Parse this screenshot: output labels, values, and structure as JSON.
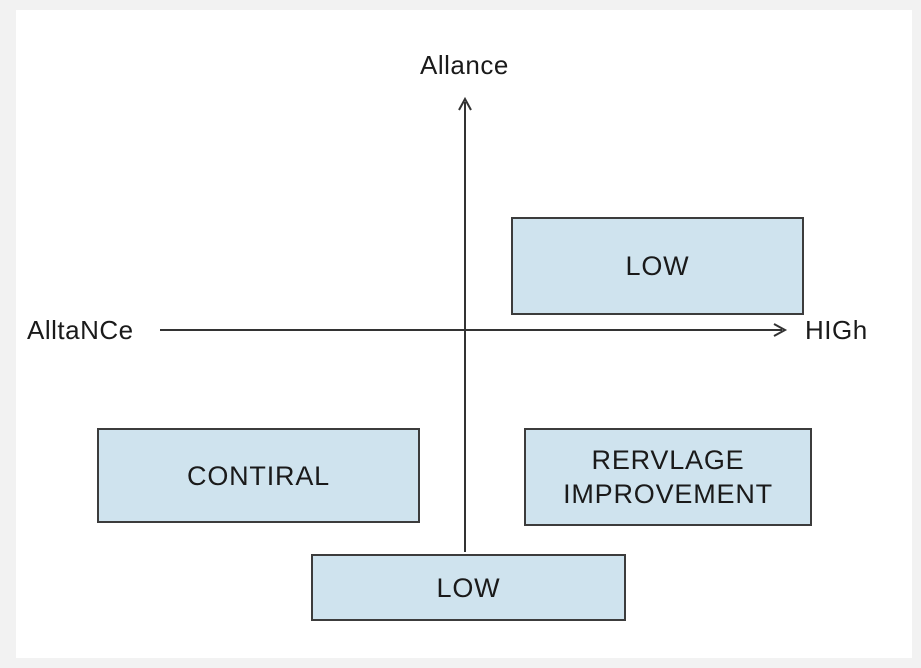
{
  "axes": {
    "vertical_top_label": "Allance",
    "horizontal_left_label": "AlltaNCe",
    "horizontal_right_label": "HIGh"
  },
  "boxes": {
    "top_right": "LOW",
    "bottom_left": "CONTIRAL",
    "bottom_right": "RERVLAGE\nIMPROVEMENT",
    "bottom_center": "LOW"
  },
  "colors": {
    "box_fill": "#cfe3ee",
    "box_border": "#3c3c3c",
    "axis_line": "#333333"
  }
}
